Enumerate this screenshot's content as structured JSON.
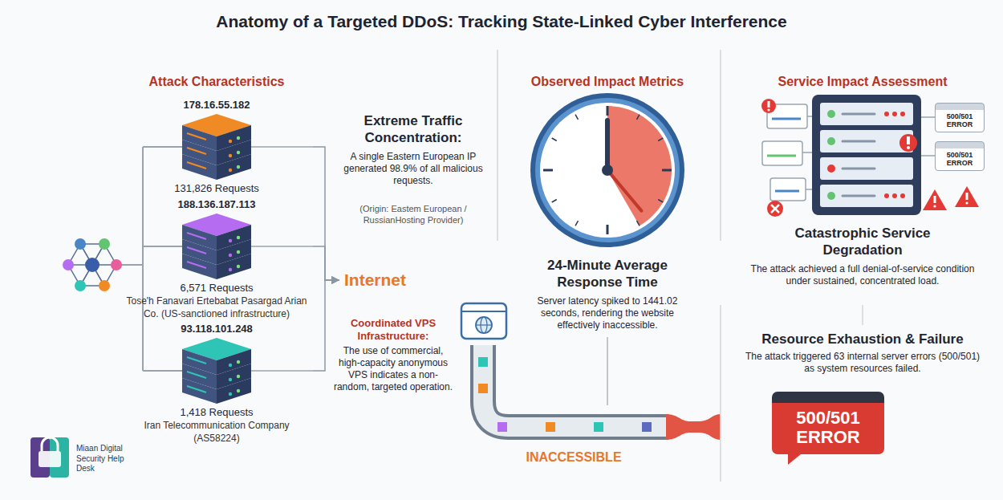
{
  "diagram": {
    "title": "Anatomy of a Targeted DDoS: Tracking State-Linked Cyber Interference",
    "nodes": [
      {
        "text": [
          "178.16.55.182",
          "131,826 Requests"
        ]
      },
      {
        "text": [
          "188.136.187.113",
          "6,571 Requests",
          "Tose'h Fanavari Ertebabat Pasargad Arian Co. (US-sanctioned infrastructure)"
        ]
      },
      {
        "text": [
          "93.118.101.248",
          "1,418 Requests",
          "Iran Telecommunication Company (AS58224)"
        ]
      },
      {
        "text": [
          "Internet"
        ]
      },
      {
        "text": [
          "500/501 ERROR"
        ]
      },
      {
        "text": [
          "500/501 ERROR"
        ]
      },
      {
        "text": [
          "500/501 ERROR"
        ]
      }
    ],
    "edges": [
      {
        "from": 0,
        "to": 3,
        "arrow": "to"
      },
      {
        "from": 1,
        "to": 3,
        "arrow": "to"
      },
      {
        "from": 2,
        "to": 3,
        "arrow": "to"
      }
    ],
    "labels": [
      "Attack Characteristics",
      "Extreme Traffic Concentration:",
      "A single Eastern European IP generated 98.9% of all malicious requests.",
      "(Origin: Eastem European / RussianHosting Provider)",
      "Coordinated VPS Infrastructure:",
      "The use of commercial, high-capacity anonymous VPS indicates a non-random, targeted operation.",
      "Observed Impact Metrics",
      "24-Minute Average Response Time",
      "Server latency spiked to 1441.02 seconds, rendering the website effectively inaccessible.",
      "INACCESSIBLE",
      "Service Impact Assessment",
      "Catastrophic Service Degradation",
      "The attack achieved a full denial-of-service condition under sustained, concentrated load.",
      "Resource Exhaustion & Failure",
      "The attack triggered 63 internal server errors (500/501) as system resources failed.",
      "Miaan Digital Security Help Desk"
    ]
  }
}
